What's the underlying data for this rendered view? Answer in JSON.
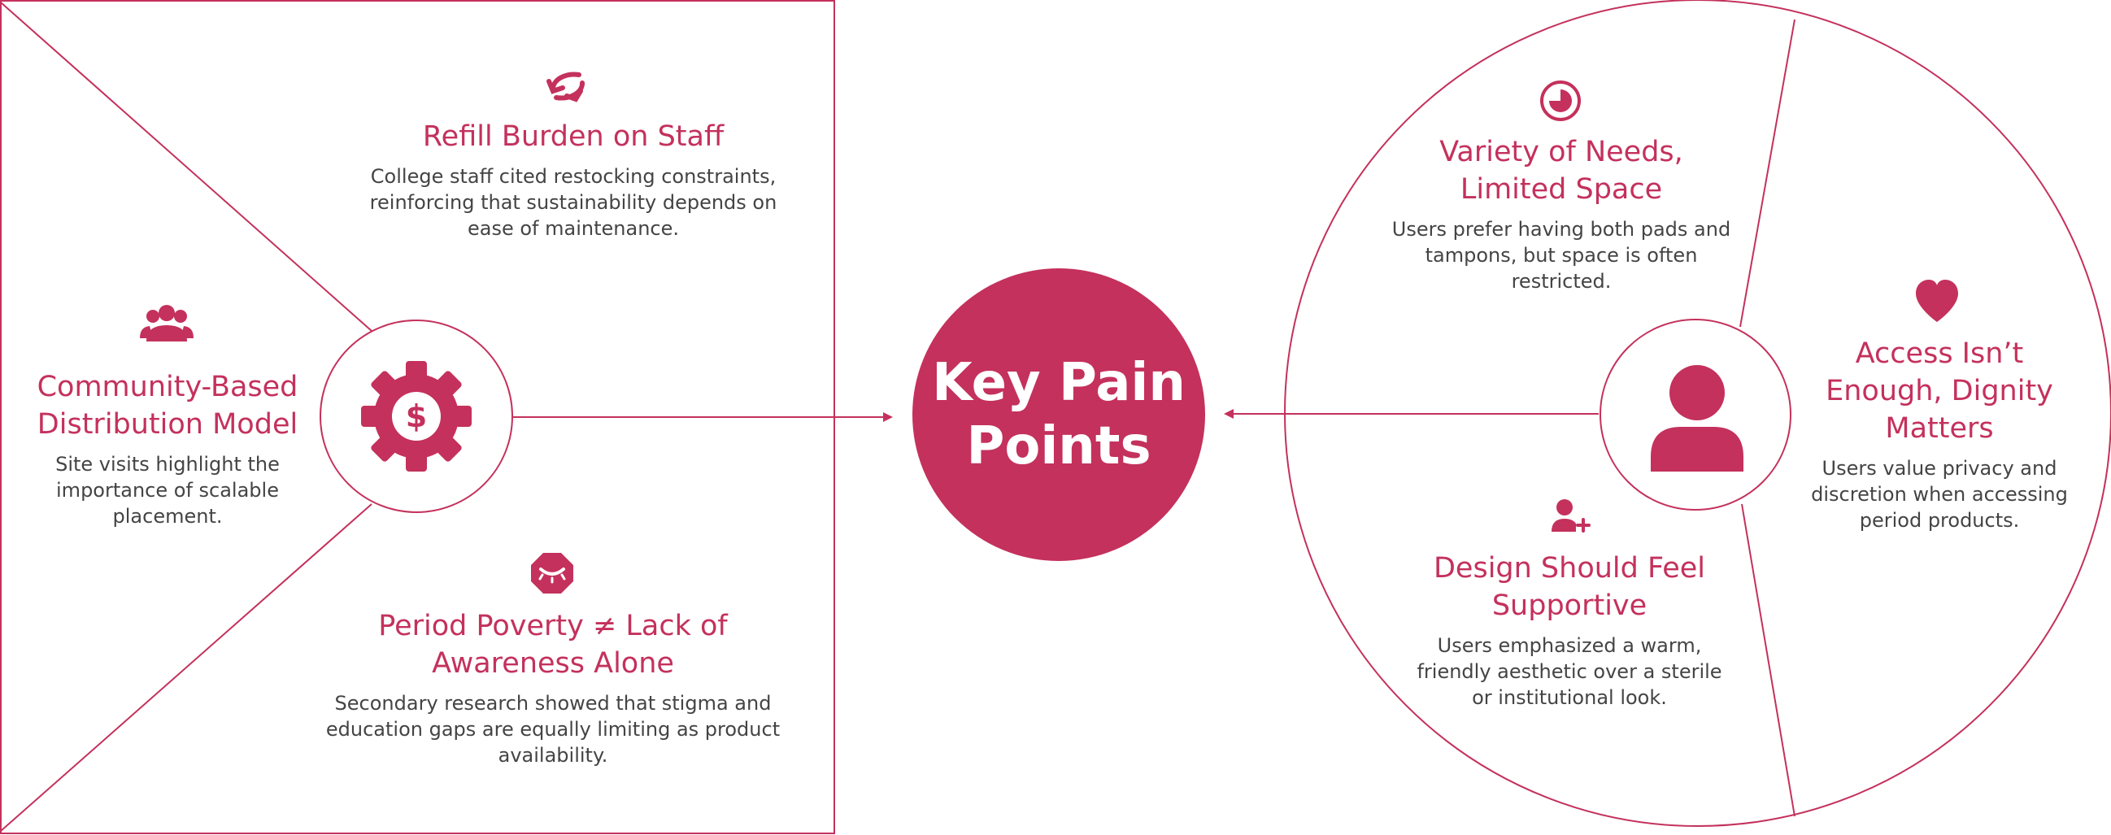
{
  "colors": {
    "accent": "#c4315c",
    "text": "#444444",
    "background": "#ffffff"
  },
  "center": {
    "title": "Key Pain Points"
  },
  "left_panel": {
    "hub_icon": "gear-dollar-icon",
    "items": [
      {
        "icon": "refresh-arrows-icon",
        "title": "Refill Burden on Staff",
        "body": "College staff cited restocking constraints, reinforcing that sustainability depends on ease of maintenance."
      },
      {
        "icon": "group-icon",
        "title": "Community-Based Distribution Model",
        "body": "Site visits highlight the importance of scalable placement."
      },
      {
        "icon": "hidden-eye-icon",
        "title": "Period Poverty ≠ Lack of Awareness Alone",
        "body": "Secondary research showed that stigma and education gaps are equally limiting as product availability."
      }
    ]
  },
  "right_panel": {
    "hub_icon": "user-icon",
    "items": [
      {
        "icon": "pie-clock-icon",
        "title": "Variety of Needs, Limited Space",
        "body": "Users prefer having both pads and tampons, but space is often restricted."
      },
      {
        "icon": "heart-icon",
        "title": "Access Isn’t Enough, Dignity Matters",
        "body": "Users value privacy and discretion when accessing period products."
      },
      {
        "icon": "user-plus-icon",
        "title": "Design Should Feel Supportive",
        "body": "Users emphasized a warm, friendly aesthetic over a sterile or institutional look."
      }
    ]
  }
}
